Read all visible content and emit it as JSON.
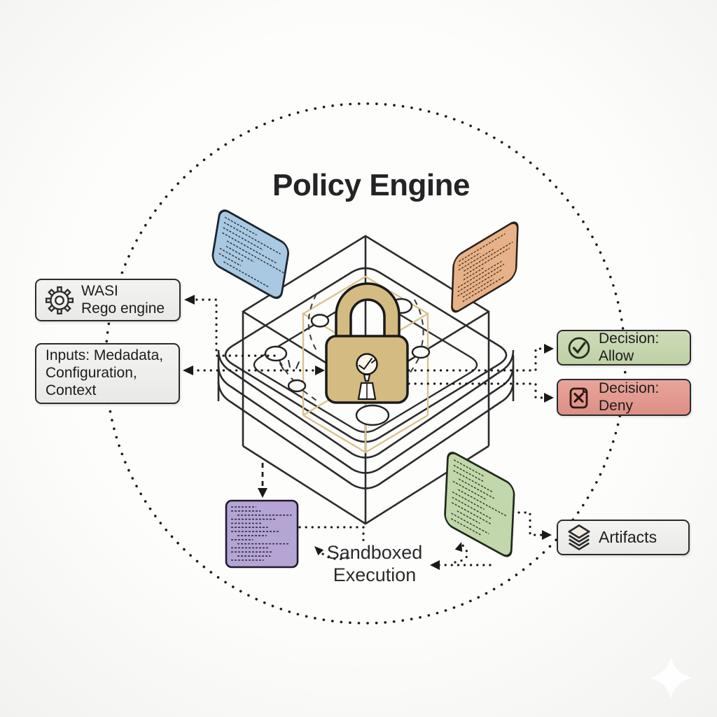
{
  "title": "Policy Engine",
  "boxes": {
    "wasi": {
      "line1": "WASI",
      "line2": "Rego engine"
    },
    "inputs": {
      "line1": "Inputs: Medadata,",
      "line2": "Configuration,",
      "line3": "Context"
    },
    "allow": {
      "label": "Decision: Allow"
    },
    "deny": {
      "label": "Decision: Deny"
    },
    "artifacts": {
      "label": "Artifacts"
    },
    "sandbox": {
      "line1": "Sandboxed",
      "line2": "Execution"
    }
  },
  "icons": {
    "wasi": "gear-icon",
    "allow": "check-circle-icon",
    "deny": "x-document-icon",
    "artifacts": "layers-stack-icon",
    "center": "padlock-icon"
  },
  "colors": {
    "ink": "#1f1f1f",
    "neutral_box_fill": "#efefed",
    "allow_fill": "#c8d8b1",
    "deny_fill": "#e29a8f",
    "lock_fill": "#d3bb81",
    "gold_wireframe": "#d8c28e",
    "panel_blue": "#a9c9e2",
    "panel_orange": "#e7b289",
    "panel_green": "#c2d7ab",
    "panel_purple": "#b4a5d4"
  }
}
